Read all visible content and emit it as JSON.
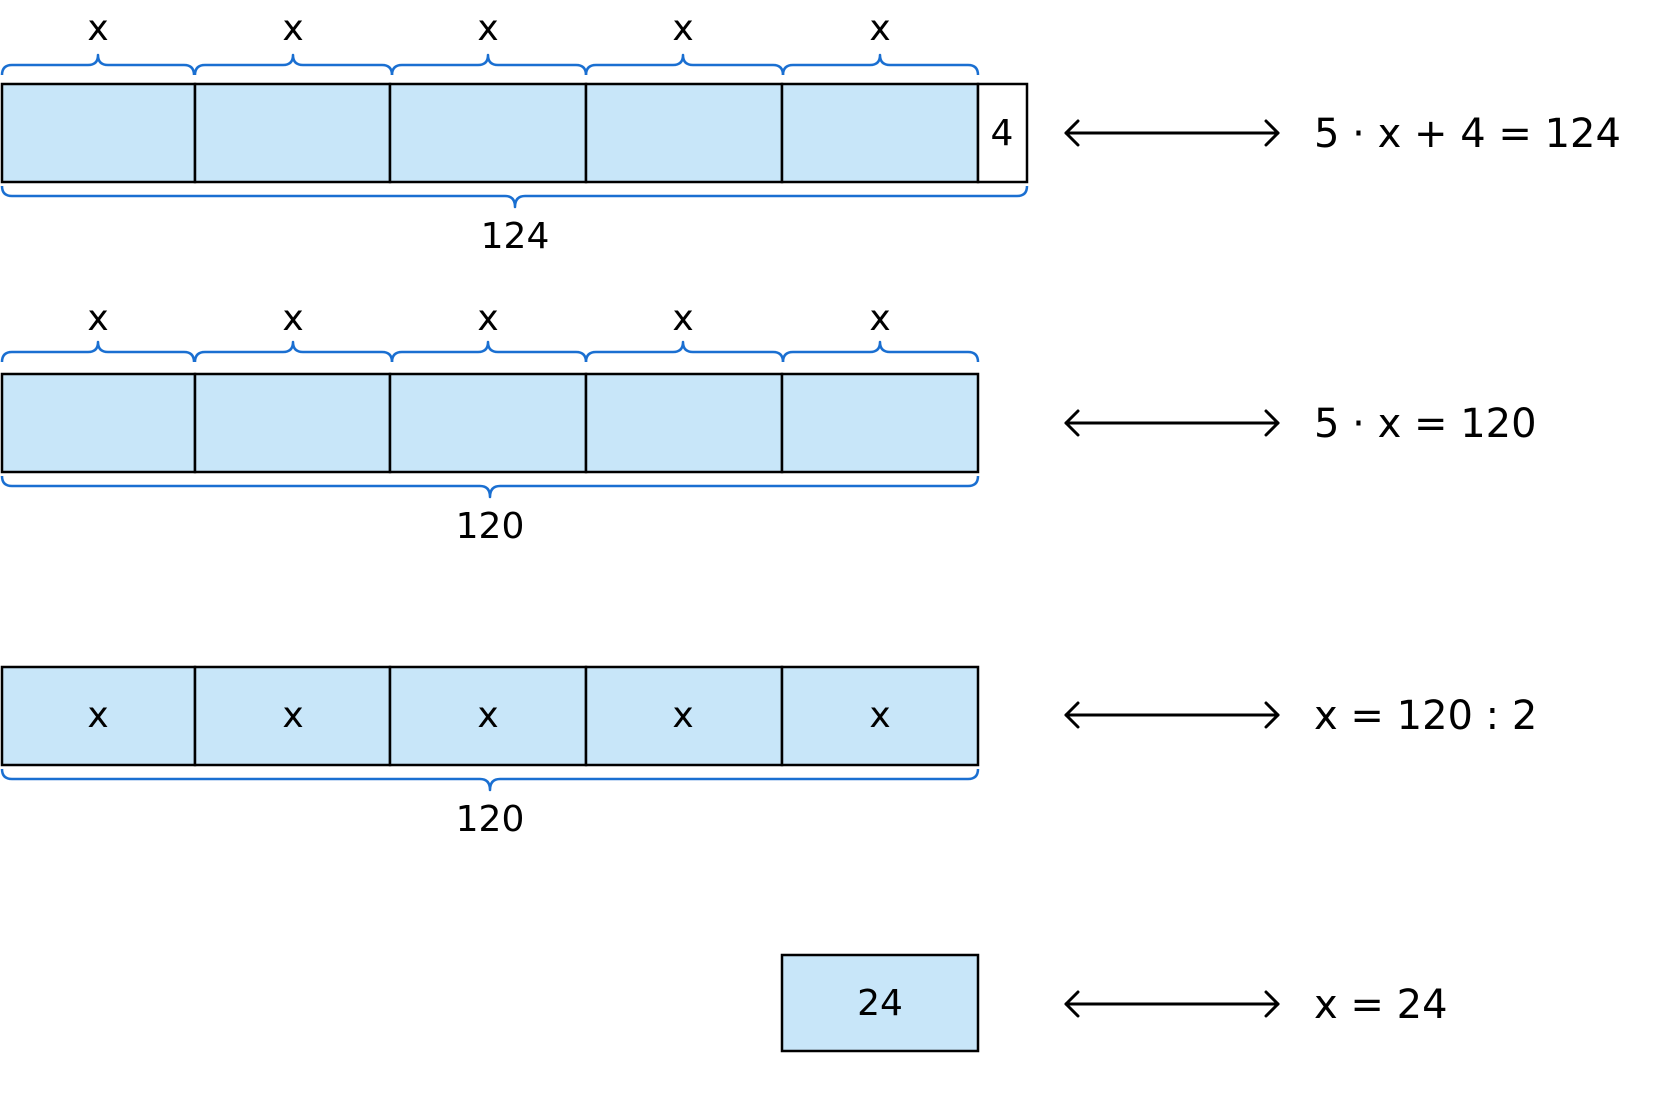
{
  "colors": {
    "box_fill": "#c8e6f9",
    "box_stroke": "#000000",
    "brace": "#1a6fd1"
  },
  "rows": [
    {
      "top_labels": [
        "x",
        "x",
        "x",
        "x",
        "x"
      ],
      "extra_box_label": "4",
      "total_label": "124",
      "equation": "5 · x + 4 = 124"
    },
    {
      "top_labels": [
        "x",
        "x",
        "x",
        "x",
        "x"
      ],
      "total_label": "120",
      "equation": "5 · x = 120"
    },
    {
      "box_labels": [
        "x",
        "x",
        "x",
        "x",
        "x"
      ],
      "total_label": "120",
      "equation": "x = 120 : 2"
    },
    {
      "single_box_label": "24",
      "equation": "x = 24"
    }
  ]
}
